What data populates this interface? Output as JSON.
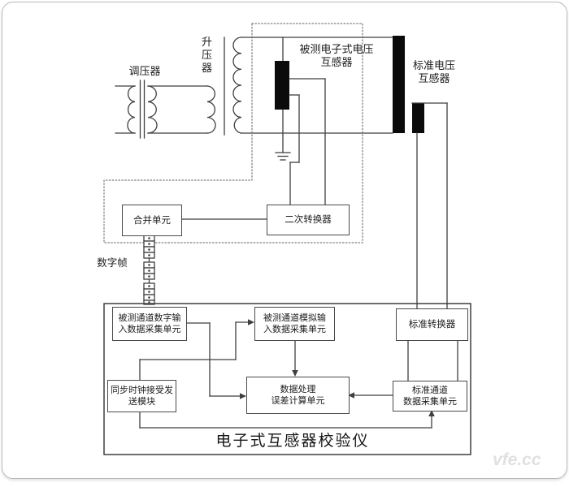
{
  "watermark": "vfe.cc",
  "colors": {
    "line": "#3f3f3f",
    "winding_black": "#0b0b0b",
    "dotted_boundary": "#5f5f5f",
    "text": "#1c1c1c",
    "watermark": "#e0e0e0",
    "page_border": "#b9b9b9",
    "background": "#ffffff"
  },
  "source_circuit": {
    "regulator": "调压器",
    "step_up_transformer": "升压器"
  },
  "transformers": {
    "tested_evt": "被测电子式电压\n互感器",
    "standard_vt": "标准电压\n互感器"
  },
  "merging_section": {
    "merging_unit": "合并单元",
    "secondary_converter": "二次转换器",
    "digital_frame": "数字帧"
  },
  "calibrator": {
    "title": "电子式互感器校验仪",
    "digital_acq_unit": "被测通道数字输\n入数据采集单元",
    "analog_acq_unit": "被测通道模拟输\n入数据采集单元",
    "sync_clock_module": "同步时钟接受发\n送模块",
    "data_processing_unit": "数据处理\n误差计算单元",
    "standard_channel_unit": "标准通道\n数据采集单元",
    "standard_converter": "标准转换器"
  }
}
